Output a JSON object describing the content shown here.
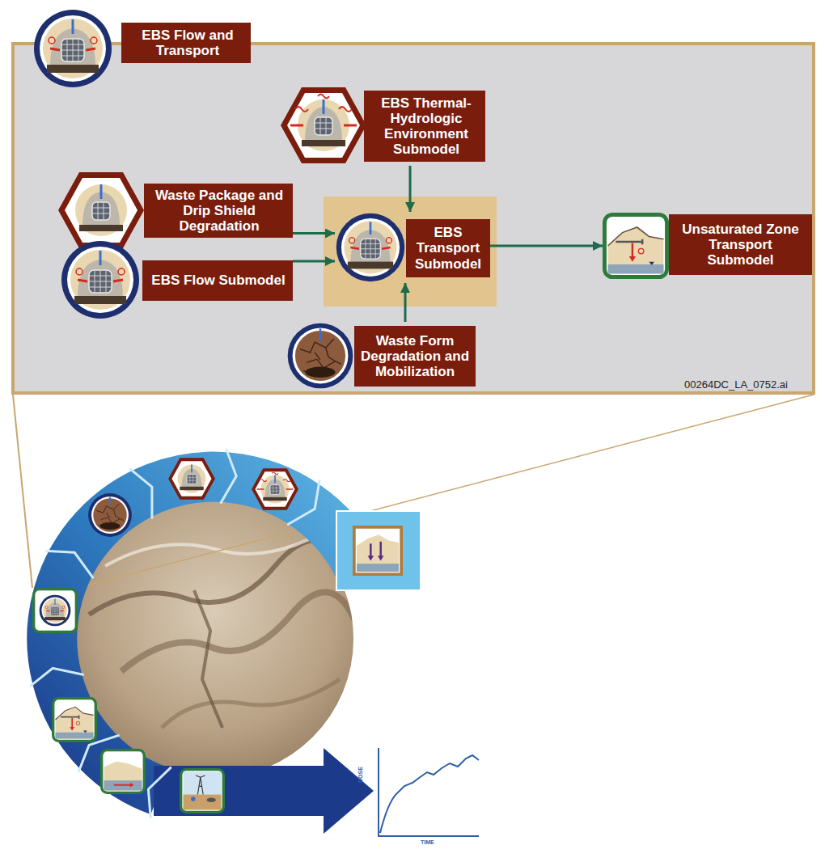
{
  "diagram": {
    "nodes": [
      {
        "text": [
          "EBS Flow and Transport"
        ]
      },
      {
        "text": [
          "EBS Thermal-Hydrologic Environment Submodel"
        ],
        "in": 0
      },
      {
        "text": [
          "Waste Package and Drip Shield Degradation"
        ],
        "in": 0
      },
      {
        "text": [
          "EBS Flow Submodel"
        ],
        "in": 0
      },
      {
        "text": [
          "EBS Transport Submodel"
        ],
        "in": 0
      },
      {
        "text": [
          "Unsaturated Zone Transport Submodel"
        ],
        "in": 0
      },
      {
        "text": [
          "Waste Form Degradation and Mobilization"
        ],
        "in": 0
      }
    ],
    "edges": [
      {
        "from": 1,
        "to": 4,
        "arrow": "to"
      },
      {
        "from": 2,
        "to": 4,
        "arrow": "to"
      },
      {
        "from": 3,
        "to": 4,
        "arrow": "to"
      },
      {
        "from": 6,
        "to": 4,
        "arrow": "to"
      },
      {
        "from": 4,
        "to": 5,
        "arrow": "to"
      }
    ],
    "labels": [
      "00264DC_LA_0752.ai",
      "DOSE",
      "TIME"
    ]
  }
}
